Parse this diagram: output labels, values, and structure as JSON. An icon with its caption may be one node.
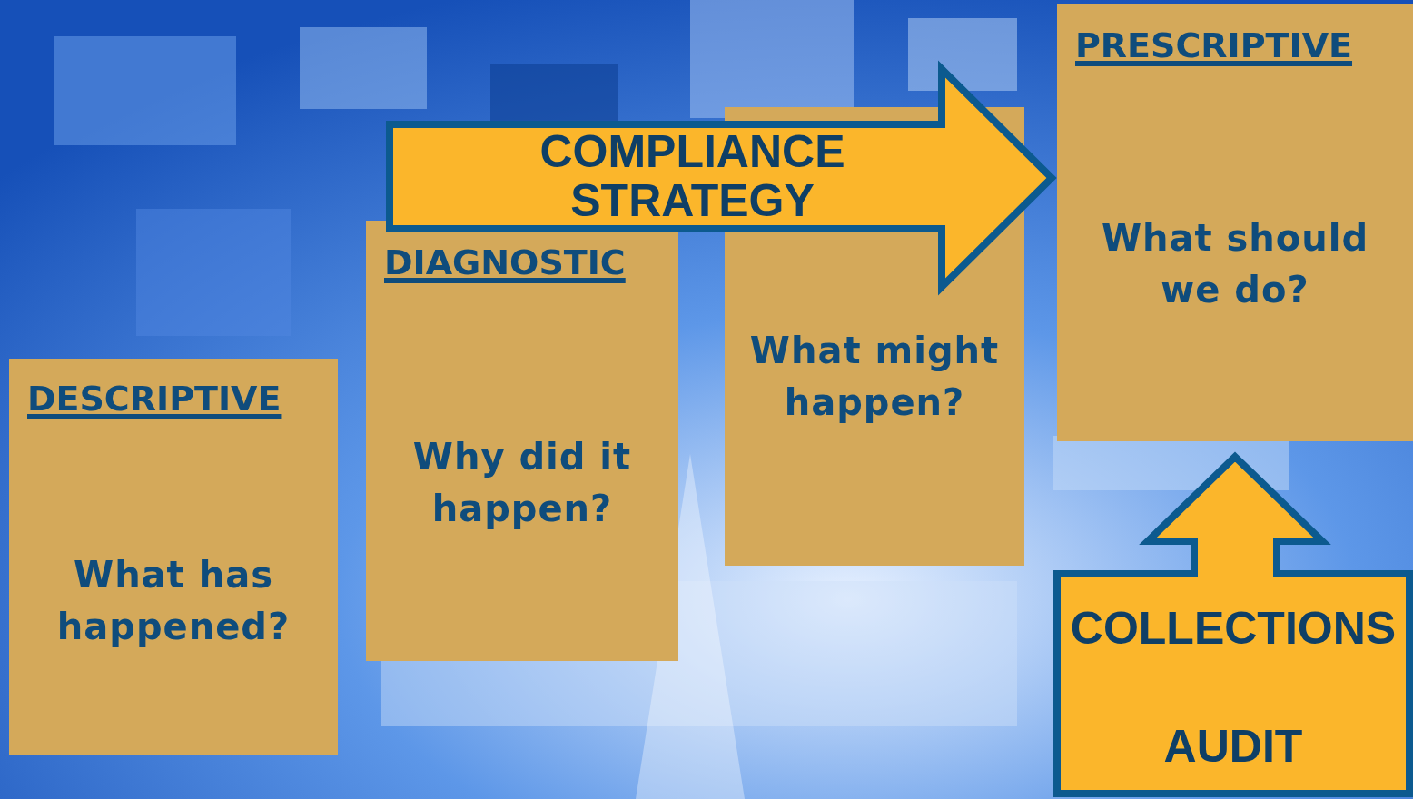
{
  "diagram": {
    "nodes": [
      {
        "text": [
          "DESCRIPTIVE",
          "What has happened?"
        ]
      },
      {
        "text": [
          "DIAGNOSTIC",
          "Why did it happen?"
        ]
      },
      {
        "text": [
          "What might happen?"
        ]
      },
      {
        "text": [
          "PRESCRIPTIVE",
          "What should we do?"
        ]
      },
      {
        "text": [
          "COMPLIANCE STRATEGY"
        ]
      },
      {
        "text": [
          "COLLECTIONS",
          "AUDIT"
        ]
      }
    ],
    "edges": [
      {
        "from": 4,
        "to": 3,
        "arrow": "to"
      }
    ]
  }
}
